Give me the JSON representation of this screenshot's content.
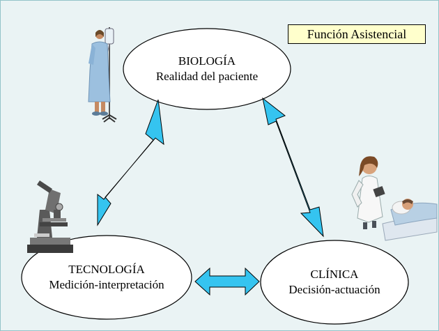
{
  "tag": "Función Asistencial",
  "nodes": {
    "biology": {
      "title": "BIOLOGÍA",
      "subtitle": "Realidad del paciente"
    },
    "technology": {
      "title": "TECNOLOGÍA",
      "subtitle": "Medición-interpretación"
    },
    "clinic": {
      "title": "CLÍNICA",
      "subtitle": "Decisión-actuación"
    }
  },
  "colors": {
    "background": "#eaf3f4",
    "arrow": "#35c4f0",
    "tag_fill": "#ffffcc"
  },
  "icons": [
    "patient-with-iv-icon",
    "microscope-icon",
    "doctor-and-patient-in-bed-icon"
  ]
}
